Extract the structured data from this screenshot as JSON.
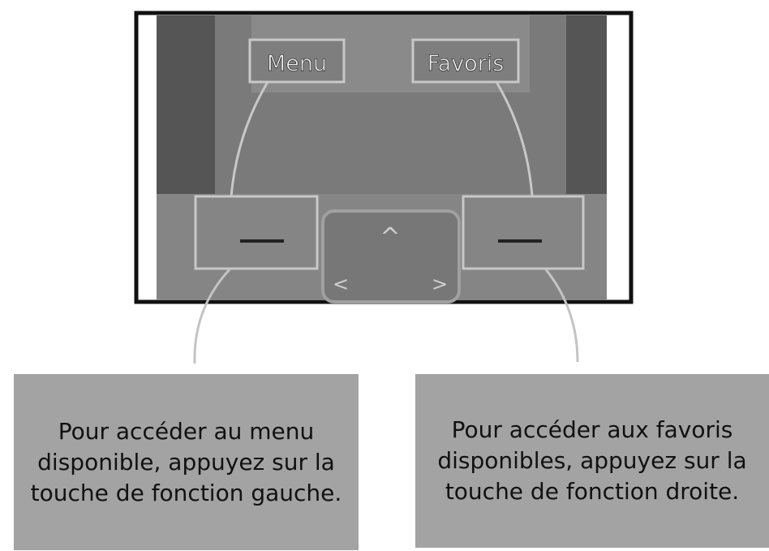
{
  "screen": {
    "left_softkey_label": "Menu",
    "right_softkey_label": "Favoris"
  },
  "keys": {
    "up_arrow": "^",
    "left_arrow": "<",
    "right_arrow": ">"
  },
  "captions": {
    "left": "Pour accéder au menu disponible, appuyez sur la touche de fonction gauche.",
    "right": "Pour accéder aux favoris disponibles, appuyez sur la touche de fonction droite."
  },
  "colors": {
    "phone_body": "#6e6e6e",
    "screen": "#7a7a7a",
    "highlight_frame": "#c8c8c8",
    "caption_bg": "#a3a3a3"
  }
}
